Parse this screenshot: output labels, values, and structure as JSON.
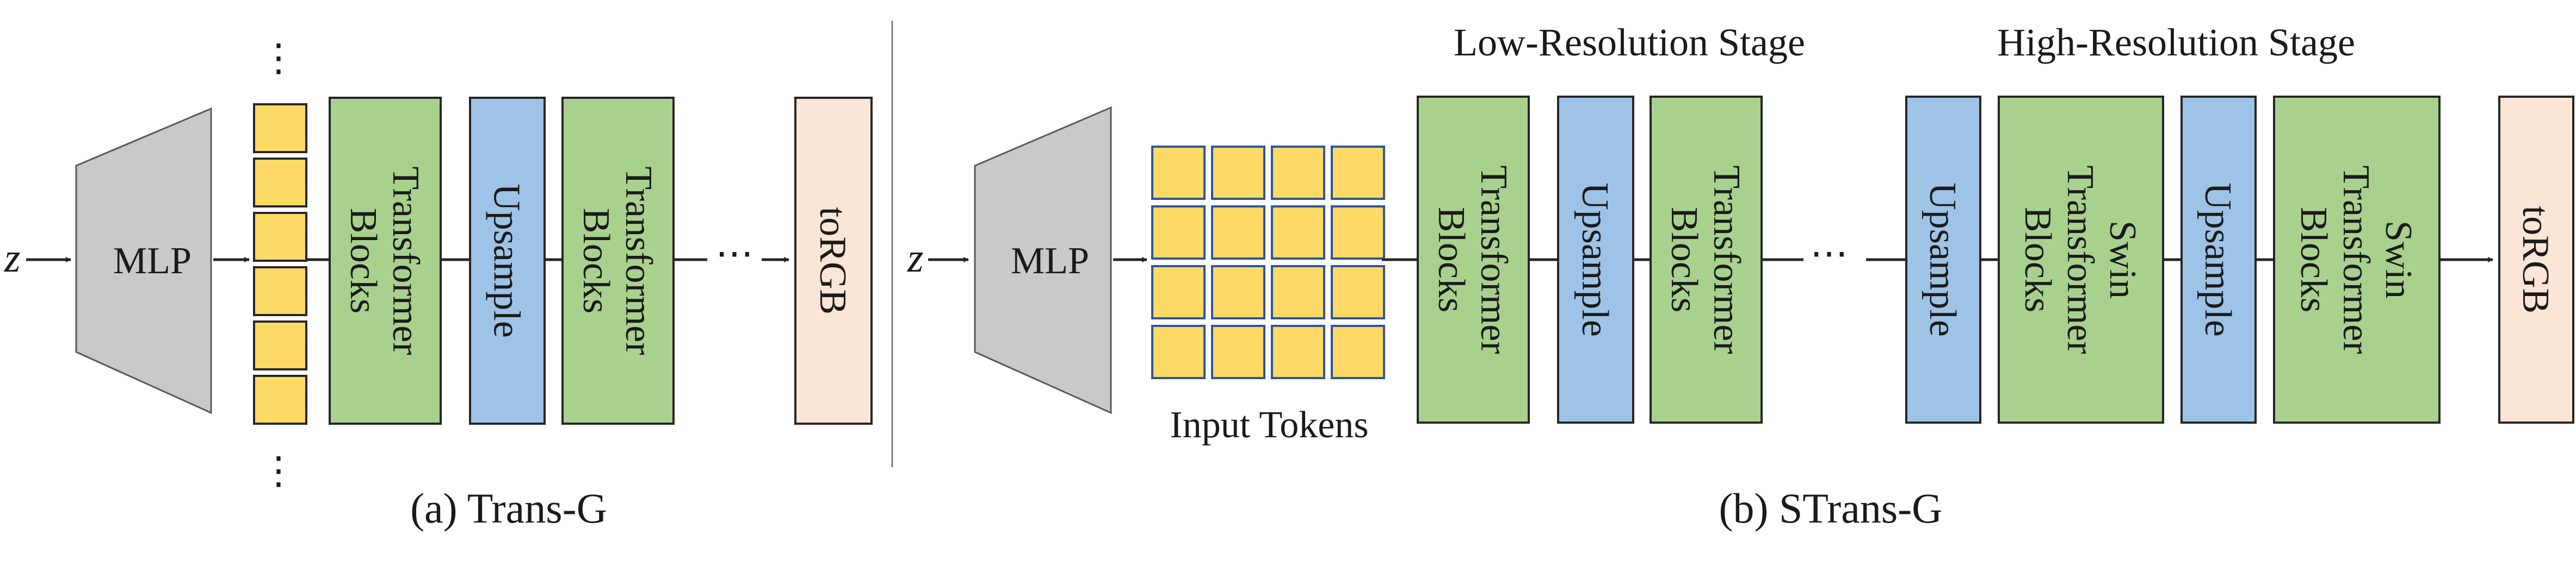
{
  "panel_a": {
    "input": "z",
    "mlp": "MLP",
    "blocks": [
      {
        "id": "transformer-1",
        "lines": [
          "Transformer",
          "Blocks"
        ],
        "color": "#a9d18e"
      },
      {
        "id": "upsample-1",
        "lines": [
          "Upsample"
        ],
        "color": "#9dc3e6"
      },
      {
        "id": "transformer-2",
        "lines": [
          "Transformer",
          "Blocks"
        ],
        "color": "#a9d18e"
      },
      {
        "id": "torgb",
        "lines": [
          "toRGB"
        ],
        "color": "#fbe5d6"
      }
    ],
    "ellipsis": "⋯",
    "caption": "(a) Trans-G"
  },
  "panel_b": {
    "input": "z",
    "mlp": "MLP",
    "tokens_label": "Input Tokens",
    "low_stage_title": "Low-Resolution Stage",
    "high_stage_title": "High-Resolution Stage",
    "low_blocks": [
      {
        "id": "transformer-1",
        "lines": [
          "Transformer",
          "Blocks"
        ],
        "color": "#a9d18e"
      },
      {
        "id": "upsample-1",
        "lines": [
          "Upsample"
        ],
        "color": "#9dc3e6"
      },
      {
        "id": "transformer-2",
        "lines": [
          "Transformer",
          "Blocks"
        ],
        "color": "#a9d18e"
      }
    ],
    "high_blocks": [
      {
        "id": "upsample-2",
        "lines": [
          "Upsample"
        ],
        "color": "#9dc3e6"
      },
      {
        "id": "swin-1",
        "lines": [
          "Swin",
          "Transformer",
          "Blocks"
        ],
        "color": "#a9d18e"
      },
      {
        "id": "upsample-3",
        "lines": [
          "Upsample"
        ],
        "color": "#9dc3e6"
      },
      {
        "id": "swin-2",
        "lines": [
          "Swin",
          "Transformer",
          "Blocks"
        ],
        "color": "#a9d18e"
      }
    ],
    "torgb": {
      "lines": [
        "toRGB"
      ],
      "color": "#fbe5d6"
    },
    "ellipsis": "⋯",
    "caption": "(b) STrans-G"
  },
  "colors": {
    "token_fill": "#ffd966",
    "token_stroke": "#2f5597",
    "mlp_fill": "#c9c9c9",
    "stroke": "#262626"
  }
}
